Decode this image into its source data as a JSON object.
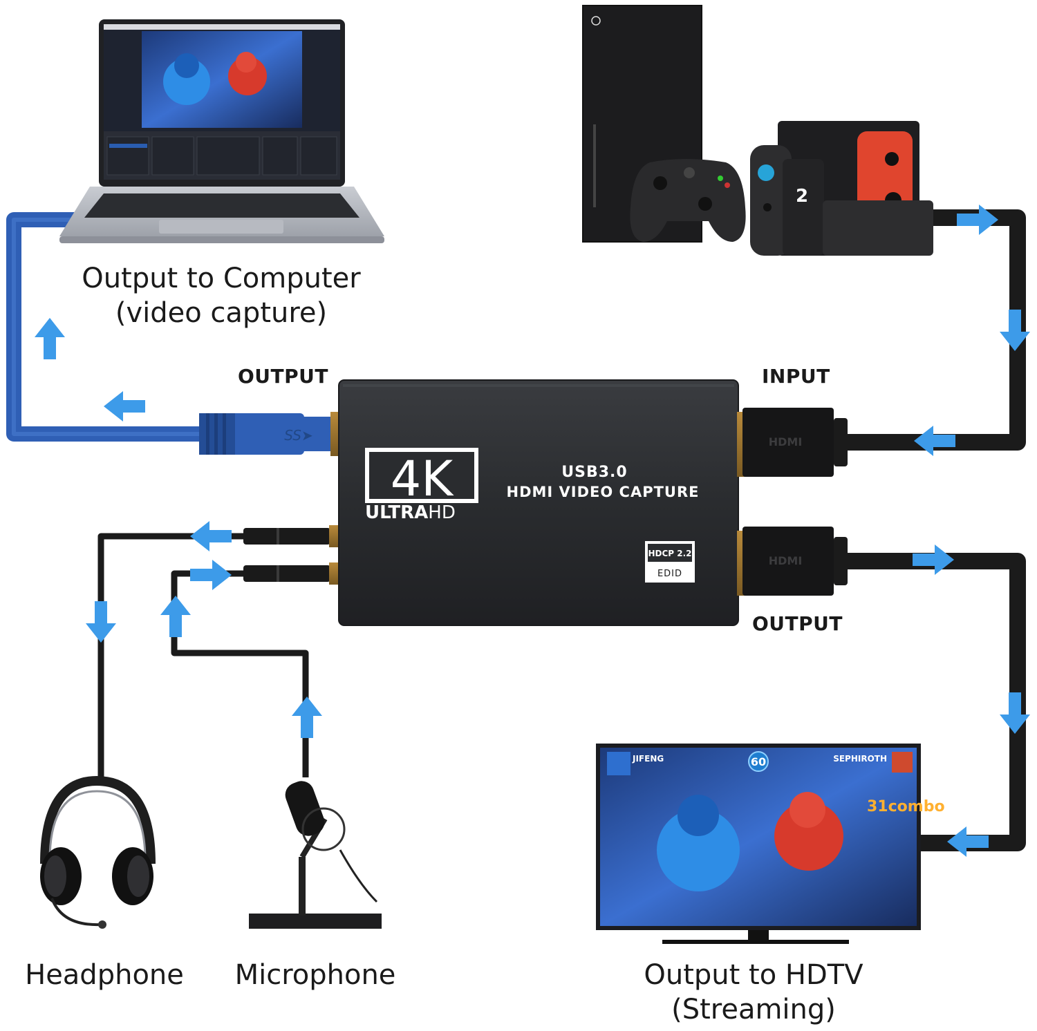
{
  "device": {
    "badge_main": "4K",
    "badge_sub_bold": "ULTRA",
    "badge_sub_light": "HD",
    "line1": "USB3.0",
    "line2": "HDMI VIDEO CAPTURE",
    "hdcp": "HDCP 2.2",
    "edid": "EDID",
    "usb_mark": "SS➤",
    "hdmi_mark": "HDMI"
  },
  "labels": {
    "output_usb": "OUTPUT",
    "input_hdmi": "INPUT",
    "output_hdmi": "OUTPUT"
  },
  "captions": {
    "computer_line1": "Output to Computer",
    "computer_line2": "(video capture)",
    "headphone": "Headphone",
    "microphone": "Microphone",
    "hdtv_line1": "Output to HDTV",
    "hdtv_line2": "(Streaming)"
  },
  "game_screen": {
    "player1": "JIFENG",
    "player2": "SEPHIROTH",
    "timer": "60",
    "combo": "31combo",
    "switch_logo": "2"
  },
  "colors": {
    "cable_blue": "#2f5fb5",
    "arrow_blue": "#3d9be9",
    "cable_black": "#1b1b1b",
    "device_body": "#2b2d30"
  }
}
